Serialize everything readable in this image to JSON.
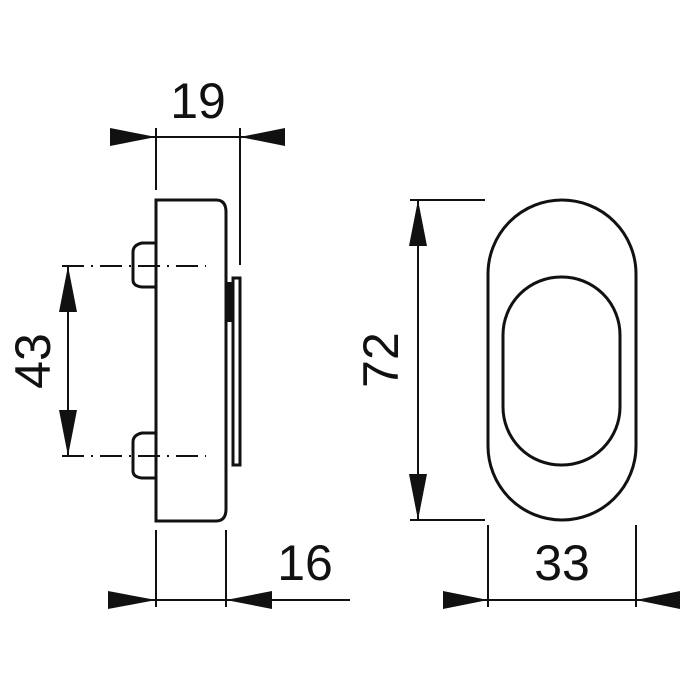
{
  "drawing": {
    "dimensions": {
      "side_depth_total": "19",
      "pin_spacing": "43",
      "body_depth": "16",
      "height": "72",
      "width": "33"
    },
    "colors": {
      "line": "#111111",
      "background": "#ffffff"
    }
  }
}
